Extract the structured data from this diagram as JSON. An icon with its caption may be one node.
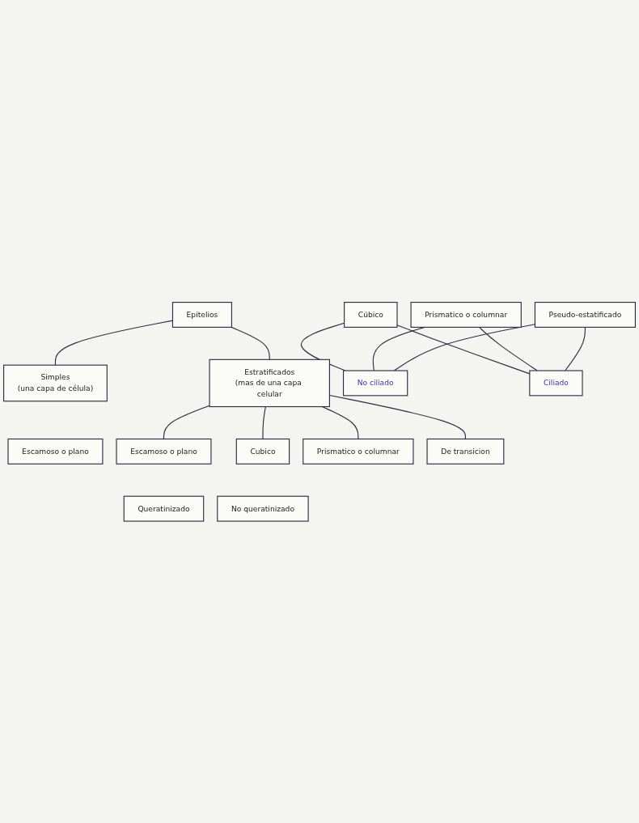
{
  "diagram": {
    "nodes": [
      {
        "text": [
          "Epitelios"
        ]
      },
      {
        "text": [
          "Simples",
          "(una capa de célula)"
        ]
      },
      {
        "text": [
          "Estratificados",
          "(mas de una capa celular"
        ]
      },
      {
        "text": [
          "Escamoso o plano"
        ]
      },
      {
        "text": [
          "Cúbico"
        ]
      },
      {
        "text": [
          "Prismatico o columnar"
        ]
      },
      {
        "text": [
          "Pseudo-estatificado"
        ]
      },
      {
        "text": [
          "No ciliado"
        ]
      },
      {
        "text": [
          "Ciliado"
        ]
      },
      {
        "text": [
          "Escamoso o plano"
        ]
      },
      {
        "text": [
          "Cubico"
        ]
      },
      {
        "text": [
          "Prismatico o columnar"
        ]
      },
      {
        "text": [
          "De transicion"
        ]
      },
      {
        "text": [
          "Queratinizado"
        ]
      },
      {
        "text": [
          "No queratinizado"
        ]
      }
    ],
    "edges": [
      {
        "from": 0,
        "to": 1,
        "arrow": "none"
      },
      {
        "from": 0,
        "to": 2,
        "arrow": "none"
      },
      {
        "from": 4,
        "to": 7,
        "arrow": "none"
      },
      {
        "from": 4,
        "to": 8,
        "arrow": "none"
      },
      {
        "from": 5,
        "to": 7,
        "arrow": "none"
      },
      {
        "from": 5,
        "to": 8,
        "arrow": "none"
      },
      {
        "from": 6,
        "to": 8,
        "arrow": "none"
      },
      {
        "from": 6,
        "to": 7,
        "arrow": "none"
      },
      {
        "from": 2,
        "to": 9,
        "arrow": "none"
      },
      {
        "from": 2,
        "to": 10,
        "arrow": "none"
      },
      {
        "from": 2,
        "to": 11,
        "arrow": "none"
      },
      {
        "from": 2,
        "to": 12,
        "arrow": "none"
      }
    ]
  }
}
